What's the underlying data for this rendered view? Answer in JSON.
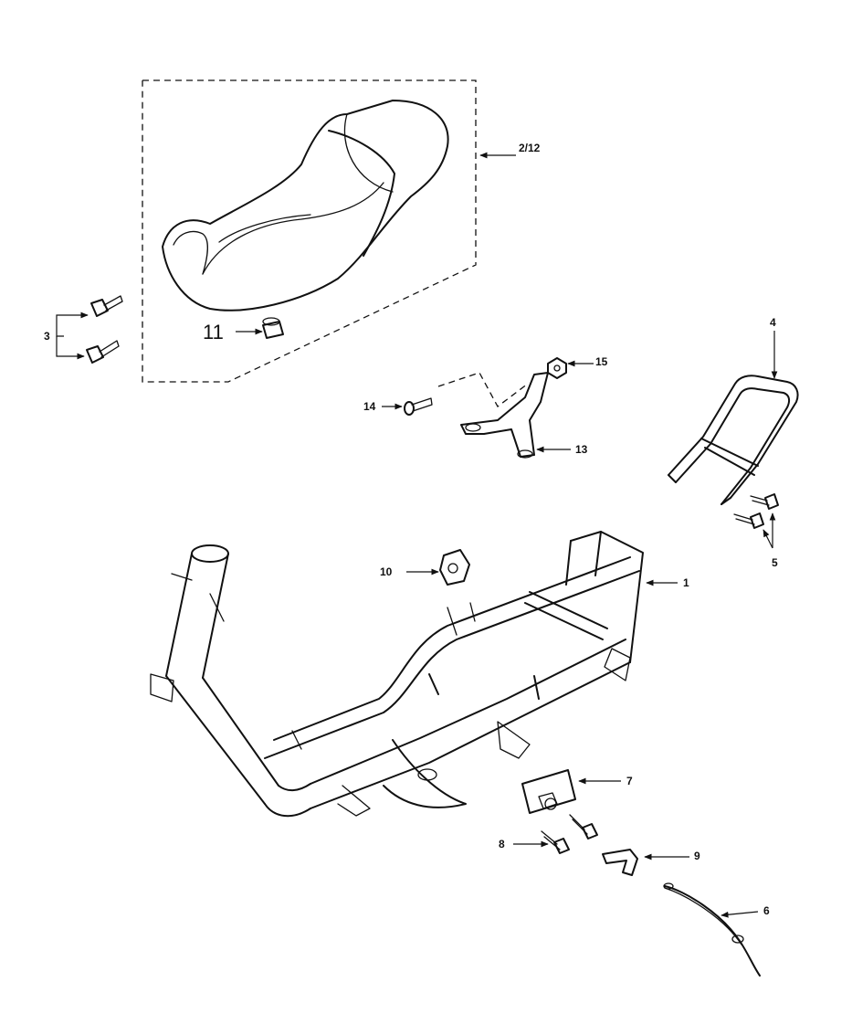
{
  "labels": {
    "p1": "1",
    "p2_12": "2/12",
    "p3": "3",
    "p4": "4",
    "p5": "5",
    "p6": "6",
    "p7": "7",
    "p8": "8",
    "p9": "9",
    "p10": "10",
    "p11": "11",
    "p13": "13",
    "p14": "14",
    "p15": "15"
  }
}
